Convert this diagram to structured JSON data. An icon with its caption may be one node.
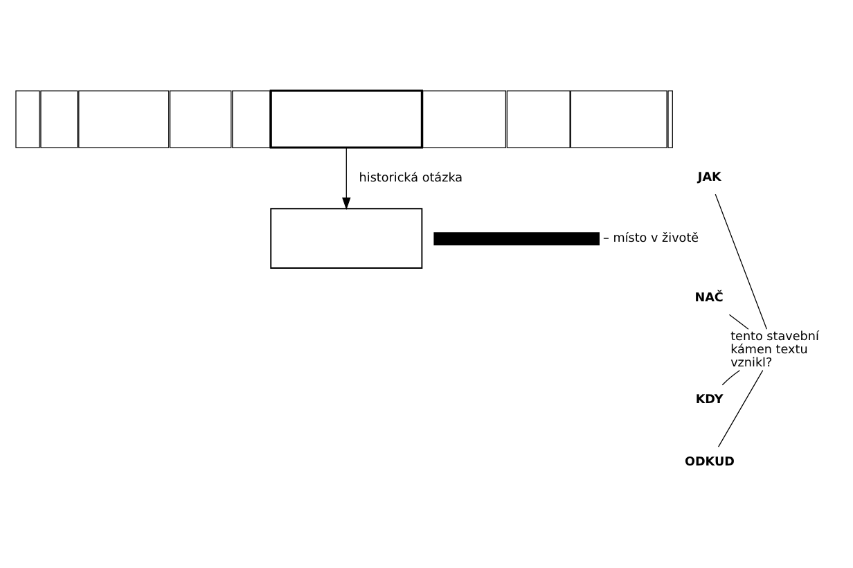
{
  "diagram": {
    "nodes": [
      {
        "text": [],
        "shape": "box"
      },
      {
        "text": [],
        "shape": "box"
      },
      {
        "text": [],
        "shape": "box"
      },
      {
        "text": [],
        "shape": "box"
      },
      {
        "text": [],
        "shape": "box"
      },
      {
        "text": [],
        "shape": "box"
      },
      {
        "text": [],
        "shape": "box"
      },
      {
        "text": [],
        "shape": "box"
      },
      {
        "text": [],
        "shape": "box"
      },
      {
        "text": [],
        "shape": "box"
      },
      {
        "text": [],
        "shape": "box"
      },
      {
        "text": [],
        "shape": "bar",
        "beside": [
          "– místo v životě"
        ]
      },
      {
        "text": [
          "JAK"
        ]
      },
      {
        "text": [
          "NAČ"
        ]
      },
      {
        "text": [
          "KDY"
        ]
      },
      {
        "text": [
          "ODKUD"
        ]
      },
      {
        "text": [
          "tento stavební kámen textu vznikl?"
        ]
      }
    ],
    "edges": [
      {
        "from": 5,
        "to": 10,
        "arrow": "to",
        "label": "historická otázka"
      },
      {
        "from": 12,
        "to": 16,
        "arrow": "none"
      },
      {
        "from": 13,
        "to": 16,
        "arrow": "none"
      },
      {
        "from": 14,
        "to": 16,
        "arrow": "none"
      },
      {
        "from": 15,
        "to": 16,
        "arrow": "none"
      }
    ]
  }
}
